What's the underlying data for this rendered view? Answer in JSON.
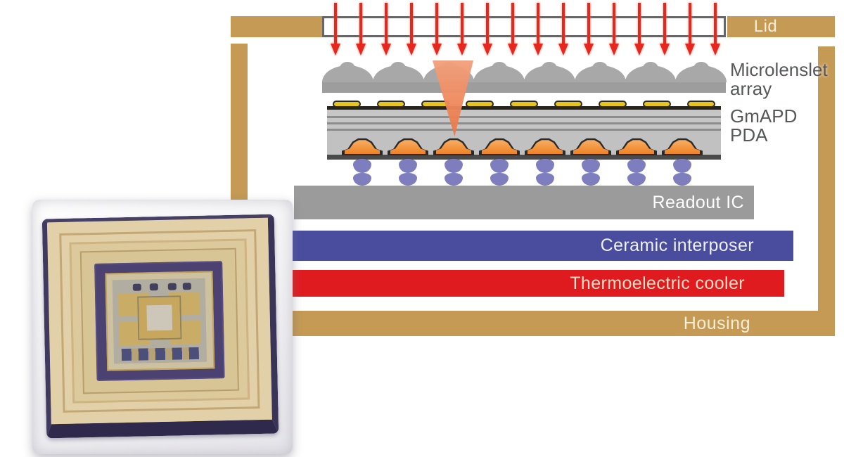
{
  "figure": {
    "labels": {
      "lid": "Lid",
      "microlenslet_line1": "Microlenslet",
      "microlenslet_line2": "array",
      "gmapd_line1": "GmAPD",
      "gmapd_line2": "PDA",
      "readout_ic": "Readout IC",
      "ceramic_interposer": "Ceramic interposer",
      "thermoelectric_cooler": "Thermoelectric cooler",
      "housing": "Housing"
    },
    "colors": {
      "housing_tan": "#c49a55",
      "arrow_red": "#e5271e",
      "beam_salmon": "#ee8a5e",
      "lens_gray": "#a8a8a8",
      "contact_pad_yellow": "#e7c51f",
      "mesa_orange": "#f5923e",
      "bump_purple": "#7e7ebe",
      "readout_gray": "#9b9b9b",
      "interposer_blue": "#4a4d9e",
      "cooler_red": "#e01b20",
      "label_gray": "#57585a"
    },
    "counts": {
      "incident_arrows": 16,
      "microlenses": 8,
      "contact_pads": 9,
      "apd_mesas": 8,
      "bump_rows": 2,
      "bumps_per_row": 8
    }
  }
}
